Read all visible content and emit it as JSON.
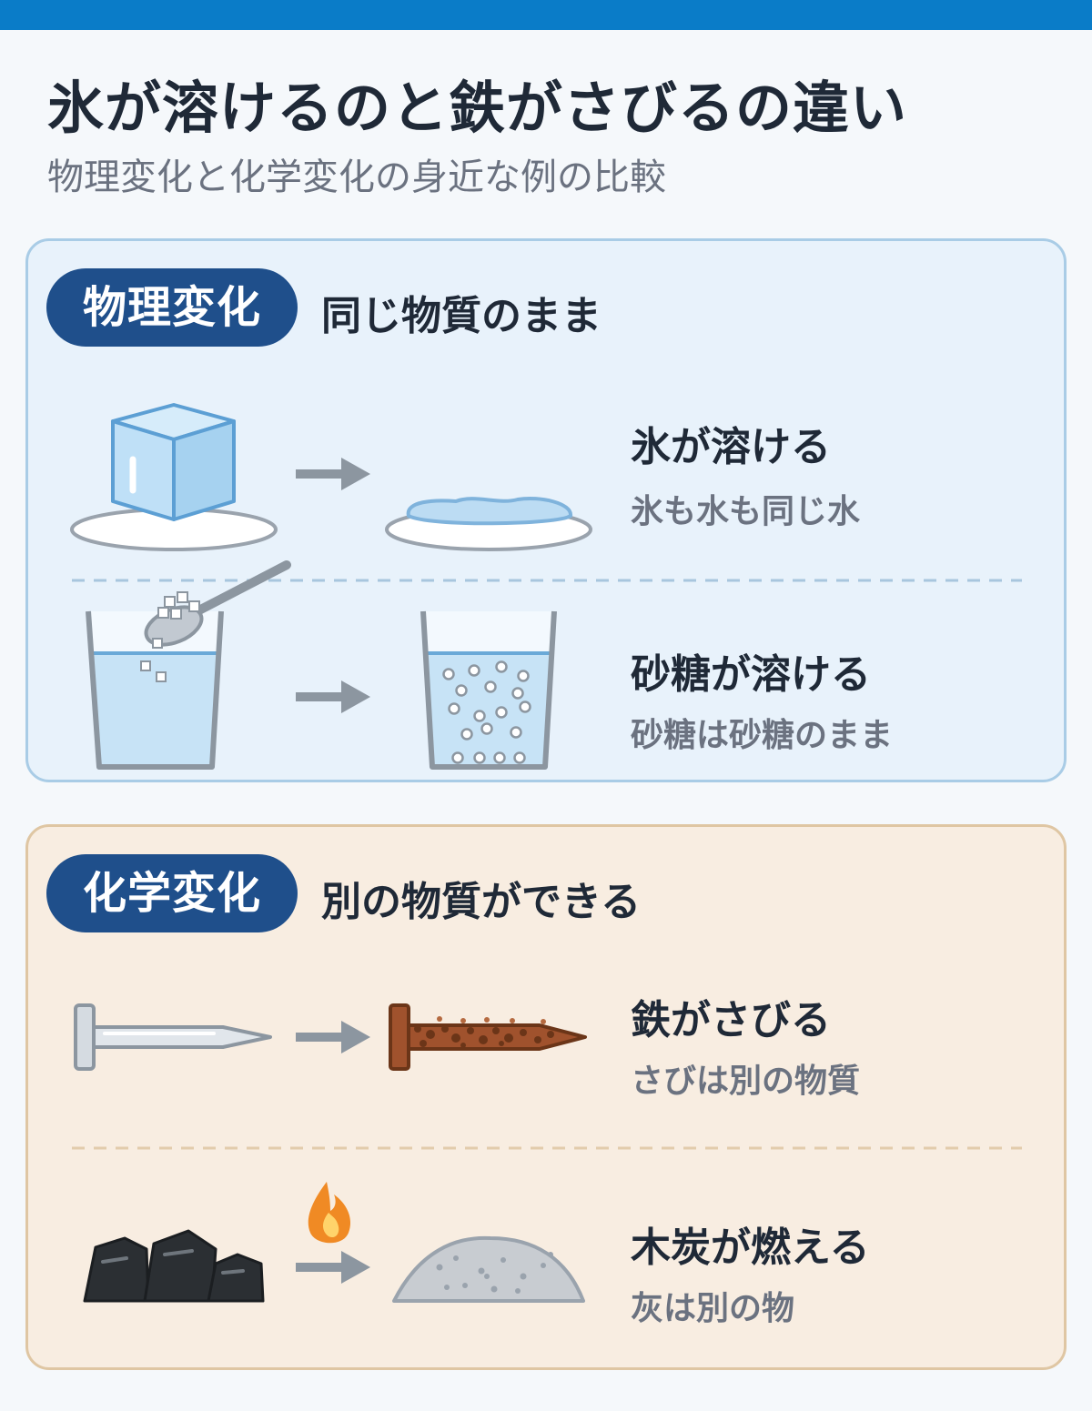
{
  "title": "氷が溶けるのと鉄がさびるの違い",
  "subtitle": "物理変化と化学変化の身近な例の比較",
  "sections": [
    {
      "badge": "物理変化",
      "heading": "同じ物質のまま",
      "examples": [
        {
          "title": "氷が溶ける",
          "desc": "氷も水も同じ水",
          "icon_before": "ice-cube-icon",
          "icon_after": "water-puddle-icon"
        },
        {
          "title": "砂糖が溶ける",
          "desc": "砂糖は砂糖のまま",
          "icon_before": "sugar-spoon-glass-icon",
          "icon_after": "sugar-water-glass-icon"
        }
      ]
    },
    {
      "badge": "化学変化",
      "heading": "別の物質ができる",
      "examples": [
        {
          "title": "鉄がさびる",
          "desc": "さびは別の物質",
          "icon_before": "iron-nail-icon",
          "icon_after": "rusty-nail-icon"
        },
        {
          "title": "木炭が燃える",
          "desc": "灰は別の物",
          "icon_before": "charcoal-icon",
          "icon_after": "ash-pile-icon"
        }
      ]
    }
  ],
  "colors": {
    "accent": "#0a7cc8",
    "badge": "#1f4f8b",
    "physical_bg": "#e8f2fb",
    "chemical_bg": "#f8ede1",
    "arrow": "#8c96a0",
    "rust": "#8b4a2b",
    "flame": "#f08a24"
  }
}
